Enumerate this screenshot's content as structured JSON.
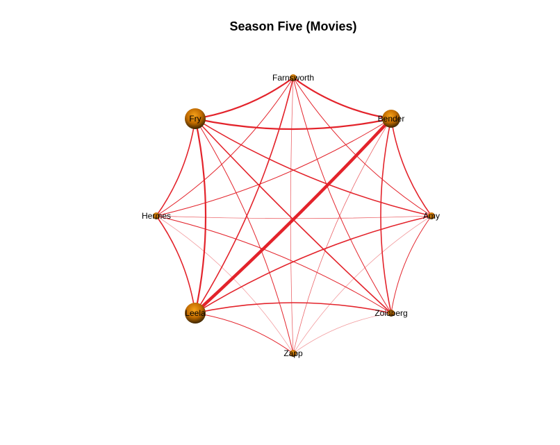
{
  "title": "Season Five (Movies)",
  "colors": {
    "edge": "#e3232b",
    "node_highlight": "#f5a21b",
    "node_mid": "#c26c00",
    "node_shadow": "#3c2500"
  },
  "nodes": [
    {
      "id": "Farnsworth",
      "label": "Farnsworth",
      "importance": 1
    },
    {
      "id": "Fry",
      "label": "Fry",
      "importance": 4
    },
    {
      "id": "Bender",
      "label": "Bender",
      "importance": 3
    },
    {
      "id": "Hermes",
      "label": "Hermes",
      "importance": 1
    },
    {
      "id": "Amy",
      "label": "Amy",
      "importance": 1
    },
    {
      "id": "Leela",
      "label": "Leela",
      "importance": 4
    },
    {
      "id": "Zoidberg",
      "label": "Zoidberg",
      "importance": 1
    },
    {
      "id": "Zapp",
      "label": "Zapp",
      "importance": 1
    }
  ],
  "edges": [
    {
      "source": "Farnsworth",
      "target": "Fry",
      "weight": 3
    },
    {
      "source": "Farnsworth",
      "target": "Bender",
      "weight": 3
    },
    {
      "source": "Farnsworth",
      "target": "Hermes",
      "weight": 1
    },
    {
      "source": "Farnsworth",
      "target": "Amy",
      "weight": 1
    },
    {
      "source": "Farnsworth",
      "target": "Leela",
      "weight": 2
    },
    {
      "source": "Farnsworth",
      "target": "Zoidberg",
      "weight": 1
    },
    {
      "source": "Farnsworth",
      "target": "Zapp",
      "weight": 0.5
    },
    {
      "source": "Fry",
      "target": "Bender",
      "weight": 3
    },
    {
      "source": "Fry",
      "target": "Hermes",
      "weight": 2
    },
    {
      "source": "Fry",
      "target": "Amy",
      "weight": 2
    },
    {
      "source": "Fry",
      "target": "Leela",
      "weight": 3
    },
    {
      "source": "Fry",
      "target": "Zoidberg",
      "weight": 2
    },
    {
      "source": "Fry",
      "target": "Zapp",
      "weight": 1
    },
    {
      "source": "Bender",
      "target": "Hermes",
      "weight": 1
    },
    {
      "source": "Bender",
      "target": "Amy",
      "weight": 2
    },
    {
      "source": "Bender",
      "target": "Leela",
      "weight": 5
    },
    {
      "source": "Bender",
      "target": "Zoidberg",
      "weight": 2
    },
    {
      "source": "Bender",
      "target": "Zapp",
      "weight": 0.5
    },
    {
      "source": "Hermes",
      "target": "Amy",
      "weight": 0.5
    },
    {
      "source": "Hermes",
      "target": "Leela",
      "weight": 2
    },
    {
      "source": "Hermes",
      "target": "Zoidberg",
      "weight": 1
    },
    {
      "source": "Hermes",
      "target": "Zapp",
      "weight": 0.3
    },
    {
      "source": "Amy",
      "target": "Leela",
      "weight": 2
    },
    {
      "source": "Amy",
      "target": "Zoidberg",
      "weight": 1
    },
    {
      "source": "Amy",
      "target": "Zapp",
      "weight": 0.3
    },
    {
      "source": "Leela",
      "target": "Zoidberg",
      "weight": 2
    },
    {
      "source": "Leela",
      "target": "Zapp",
      "weight": 1
    },
    {
      "source": "Zoidberg",
      "target": "Zapp",
      "weight": 0.3
    }
  ]
}
